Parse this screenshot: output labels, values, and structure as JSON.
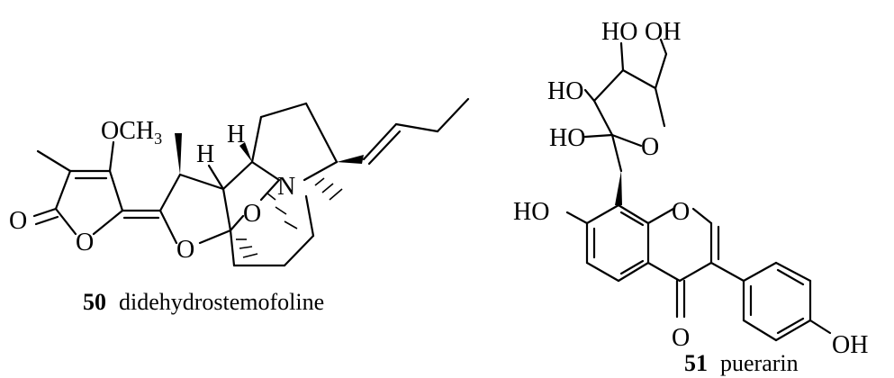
{
  "compounds": [
    {
      "number": "50",
      "name": "didehydrostemofoline",
      "atoms": {
        "och3_main": "OCH",
        "och3_sub": "3",
        "o_carbonyl": "O",
        "o_lactone": "O",
        "h_left": "H",
        "h_right": "H",
        "n": "N",
        "o_bridge": "O",
        "o_thf": "O"
      }
    },
    {
      "number": "51",
      "name": "puerarin",
      "atoms": {
        "ho_top_left": "HO",
        "oh_top_right": "OH",
        "ho_mid": "HO",
        "ho_lower": "HO",
        "o_ring_sugar": "O",
        "ho_aryl": "HO",
        "o_chromone": "O",
        "o_ketone": "O",
        "oh_phenol": "OH"
      }
    }
  ]
}
